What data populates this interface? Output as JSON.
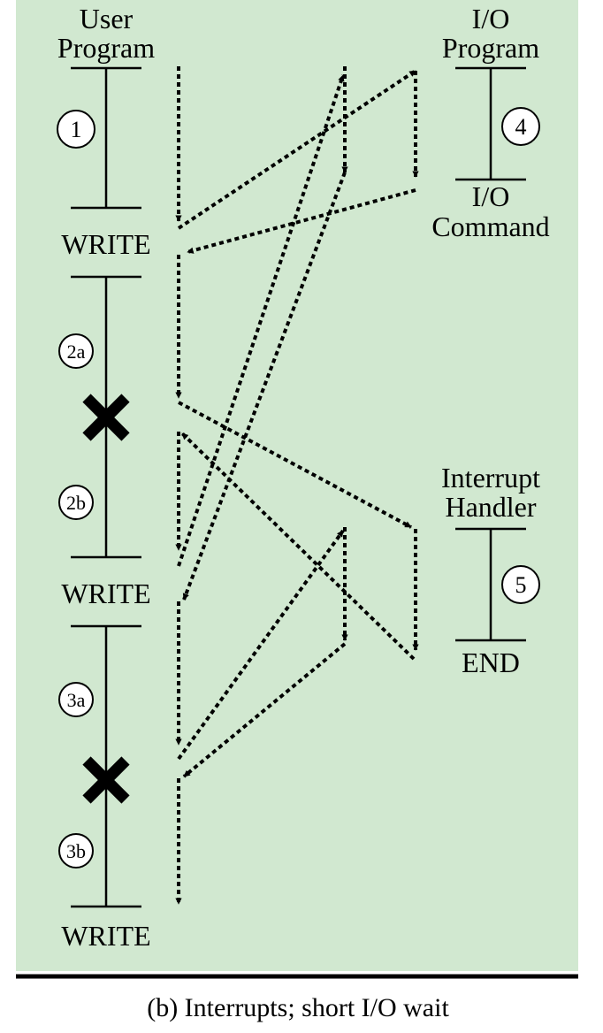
{
  "columns": {
    "user_program": {
      "line1": "User",
      "line2": "Program"
    },
    "io_program": {
      "line1": "I/O",
      "line2": "Program"
    },
    "interrupt_handler": {
      "line1": "Interrupt",
      "line2": "Handler"
    }
  },
  "markers": {
    "write_1": "WRITE",
    "write_2": "WRITE",
    "write_3": "WRITE",
    "io_command_line1": "I/O",
    "io_command_line2": "Command",
    "end": "END"
  },
  "segments": {
    "s1": "1",
    "s2a": "2a",
    "s2b": "2b",
    "s3a": "3a",
    "s3b": "3b",
    "s4": "4",
    "s5": "5"
  },
  "caption": "(b) Interrupts; short I/O wait",
  "colors": {
    "panel_background": "#d1e8d0",
    "ink": "#000000",
    "caption_rule": "#000000"
  }
}
